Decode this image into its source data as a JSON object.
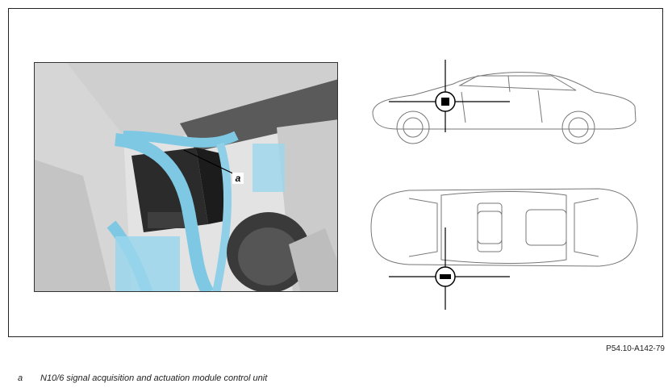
{
  "callout": {
    "letter": "a"
  },
  "reference": "P54.10-A142-79",
  "legend": [
    {
      "key": "a",
      "text": "N10/6 signal acquisition and actuation module control unit"
    }
  ],
  "colors": {
    "harness": "#7ec8e3",
    "harness_dark": "#4a9ec0",
    "module": "#2b2b2b",
    "frame": "#222222"
  }
}
